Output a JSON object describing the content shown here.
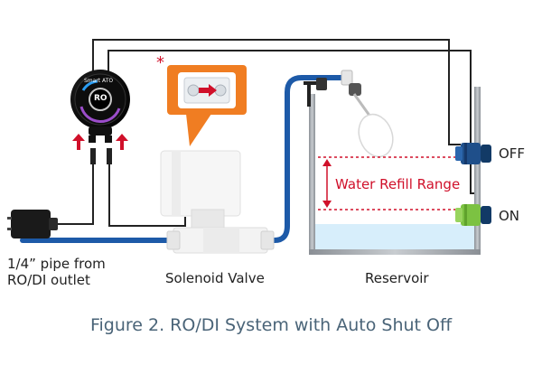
{
  "controller": {
    "brand_text": "Smart ATO",
    "logo_text": "RO"
  },
  "highlight_marker": "*",
  "labels": {
    "pipe_line1": "1/4” pipe from",
    "pipe_line2": "RO/DI outlet",
    "solenoid": "Solenoid Valve",
    "reservoir": "Reservoir",
    "refill_range": "Water Refill Range",
    "sensor_off": "OFF",
    "sensor_on": "ON"
  },
  "caption": "Figure 2. RO/DI System with Auto Shut Off",
  "colors": {
    "tube": "#1d5aa8",
    "wire": "#222222",
    "red_line": "#d0102a",
    "callout": "#f07d22",
    "sensor_off": "#1f4f8a",
    "sensor_on": "#7cc242",
    "water": "#d7eefb",
    "tank": "#8a9096",
    "caption": "#4a6478"
  }
}
